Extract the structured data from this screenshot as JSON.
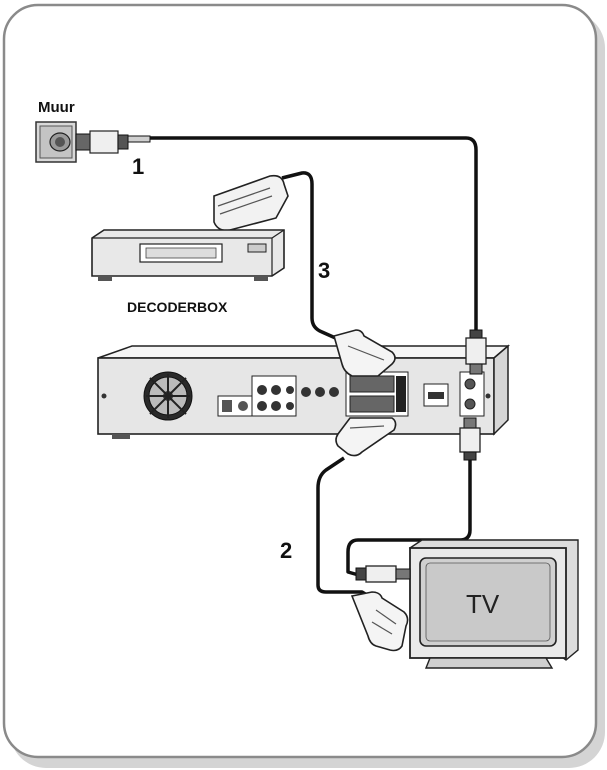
{
  "labels": {
    "wall": "Muur",
    "decoder": "DECODERBOX",
    "tv": "TV",
    "step1": "1",
    "step2": "2",
    "step3": "3"
  },
  "colors": {
    "cable": "#111111",
    "frame_border": "#8a8a8a",
    "frame_shadow": "#cfcfcf",
    "device_fill": "#e9e9e9",
    "device_stroke": "#333333"
  }
}
